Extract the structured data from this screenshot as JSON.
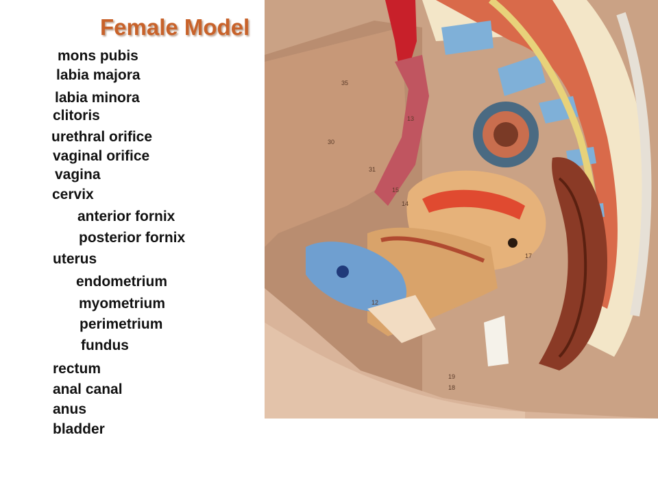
{
  "slide": {
    "title": "Female Model",
    "title_color": "#c8622a"
  },
  "labels": [
    "mons pubis",
    "labia majora",
    "labia minora",
    "clitoris",
    "urethral orifice",
    "vaginal orifice",
    "vagina",
    "cervix",
    "anterior fornix",
    "posterior fornix",
    "uterus",
    "endometrium",
    "myometrium",
    "perimetrium",
    "fundus",
    "rectum",
    "anal canal",
    "anus",
    "bladder"
  ],
  "model_numbers": [
    "35",
    "30",
    "13",
    "31",
    "15",
    "14",
    "12",
    "17",
    "19",
    "18"
  ]
}
